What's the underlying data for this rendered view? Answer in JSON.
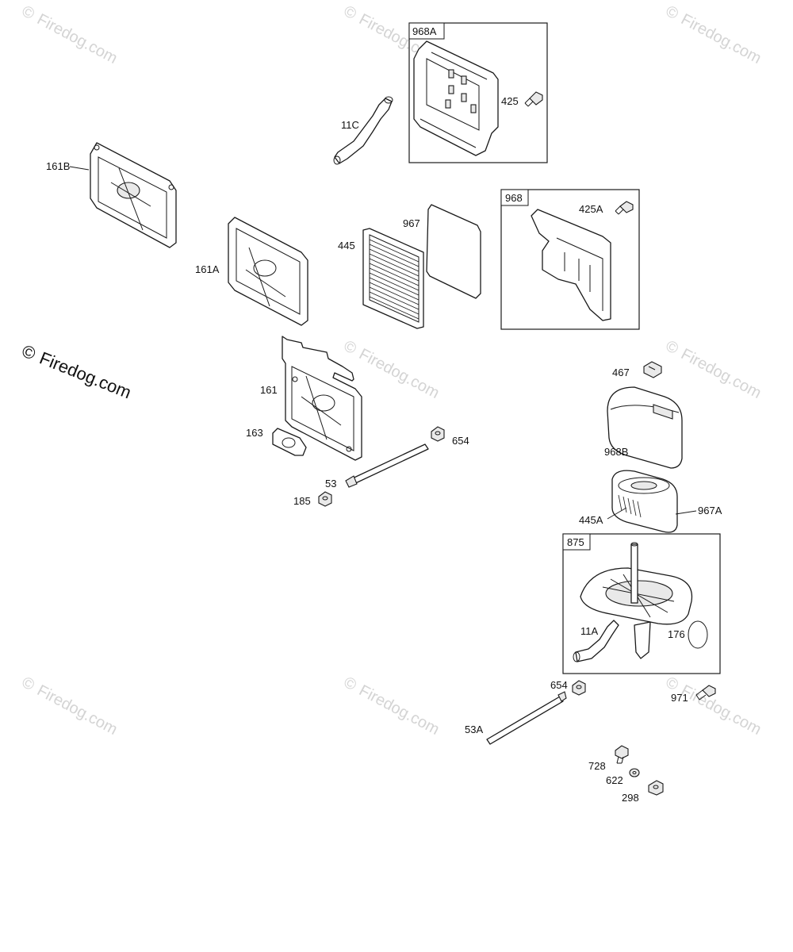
{
  "watermarks": {
    "text": "Firedog.com",
    "copyright": "©"
  },
  "kit_boxes": {
    "k968A": "968A",
    "k968": "968",
    "k875": "875"
  },
  "part_labels": {
    "p11C": "11C",
    "p425": "425",
    "p161B": "161B",
    "p161A": "161A",
    "p445": "445",
    "p967": "967",
    "p425A": "425A",
    "p161": "161",
    "p163": "163",
    "p654a": "654",
    "p53": "53",
    "p185": "185",
    "p467": "467",
    "p968B": "968B",
    "p445A": "445A",
    "p967A": "967A",
    "p11A": "11A",
    "p176": "176",
    "p654b": "654",
    "p971": "971",
    "p53A": "53A",
    "p728": "728",
    "p622": "622",
    "p298": "298"
  }
}
